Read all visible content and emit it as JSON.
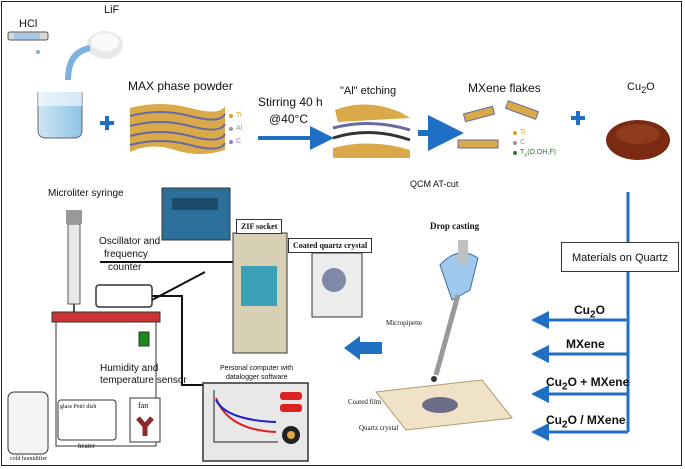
{
  "top": {
    "hcl": "HCl",
    "lif": "LiF",
    "max_phase": "MAX phase powder",
    "max_legend": [
      "Ti",
      "Al",
      "C"
    ],
    "stirring_1": "Stirring 40 h",
    "stirring_2": "@40°C",
    "etching": "\"Al\" etching",
    "mxene_flakes": "MXene flakes",
    "mxene_legend": [
      "Ti",
      "C",
      "T",
      "x",
      "(O,OH,F)"
    ],
    "cu2o_a": "Cu",
    "cu2o_sub": "2",
    "cu2o_b": "O"
  },
  "bottom_left": {
    "qcm": "QCM AT-cut",
    "syringe": "Microliter syringe",
    "osc_1": "Oscillator and",
    "osc_2": "frequency",
    "osc_3": "counter",
    "zif": "ZIF socket",
    "coated_quartz": "Coated quartz crystal",
    "humidity_1": "Humidity and",
    "humidity_2": "temperature sensor",
    "petri": "glass Petri dish",
    "heater": "heater",
    "fan": "fan",
    "humidifier": "cold humidifier",
    "pc_1": "Personal computer with",
    "pc_2": "datalogger software"
  },
  "right": {
    "drop_casting": "Drop casting",
    "micropipette": "Micropipette",
    "coated_film": "Coated film",
    "quartz_crystal": "Quartz crystal",
    "materials": "Materials on Quartz",
    "list": [
      {
        "a": "Cu",
        "sub": "2",
        "b": "O"
      },
      {
        "a": "MXene",
        "sub": "",
        "b": ""
      },
      {
        "a": "Cu",
        "sub": "2",
        "b": "O + MXene"
      },
      {
        "a": "Cu",
        "sub": "2",
        "b": "O / MXene"
      }
    ]
  },
  "colors": {
    "arrow": "#1f6fc4",
    "ti": "#e0a020",
    "al": "#999999",
    "c": "#8a7fd0",
    "tx": "#2b7a2b",
    "cu2o": "#7a2a12"
  }
}
